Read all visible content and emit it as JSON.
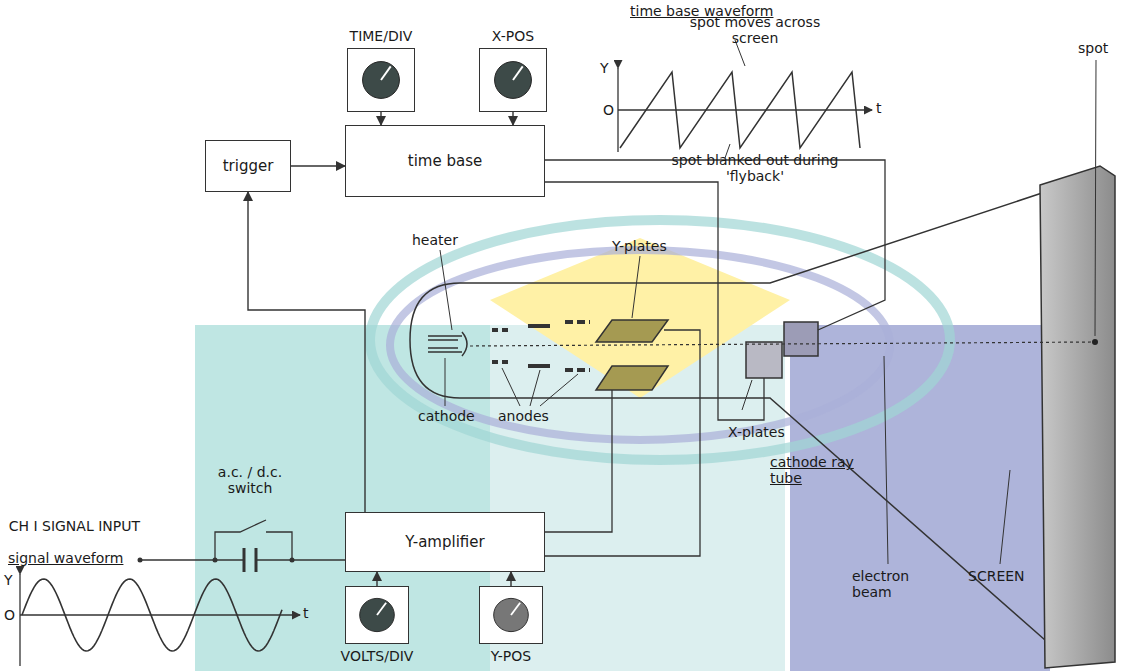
{
  "diagram": {
    "nodes": [
      {
        "text": [
          "TIME/DIV"
        ]
      },
      {
        "text": [
          "X-POS"
        ]
      },
      {
        "text": [
          "trigger"
        ]
      },
      {
        "text": [
          "time base"
        ]
      },
      {
        "text": [
          "Y-amplifier"
        ]
      },
      {
        "text": [
          "VOLTS/DIV"
        ]
      },
      {
        "text": [
          "Y-POS"
        ]
      }
    ],
    "edges": [
      {
        "from": 0,
        "to": 3,
        "arrow": "to"
      },
      {
        "from": 1,
        "to": 3,
        "arrow": "to"
      },
      {
        "from": 2,
        "to": 3,
        "arrow": "to"
      },
      {
        "from": 4,
        "to": 2,
        "arrow": "to"
      },
      {
        "from": 5,
        "to": 4,
        "arrow": "to"
      },
      {
        "from": 6,
        "to": 4,
        "arrow": "to"
      }
    ],
    "labels": [
      "time base waveform",
      "Y",
      "O",
      "t",
      "spot moves across screen",
      "spot blanked out during 'flyback'",
      "spot",
      "Y-plates",
      "heater",
      "a.c. / d.c. switch",
      "CH I SIGNAL INPUT",
      "cathode",
      "anodes",
      "X-plates",
      "cathode ray tube",
      "signal waveform",
      "Y",
      "O",
      "t",
      "electron beam",
      "SCREEN"
    ]
  }
}
